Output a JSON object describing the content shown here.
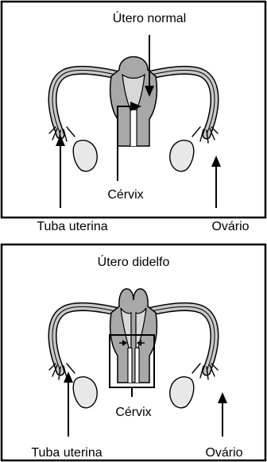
{
  "panels": [
    {
      "title": "Útero normal",
      "labels": {
        "cervix": "Cérvix",
        "tube": "Tuba uterina",
        "ovary": "Ovário"
      }
    },
    {
      "title": "Útero didelfo",
      "labels": {
        "cervix": "Cérvix",
        "tube": "Tuba uterina",
        "ovary": "Ovário"
      }
    }
  ],
  "colors": {
    "uterus": "#a8a8a8",
    "tube": "#c8c8c8",
    "ovary": "#e8e8e8",
    "stroke": "#000000"
  }
}
